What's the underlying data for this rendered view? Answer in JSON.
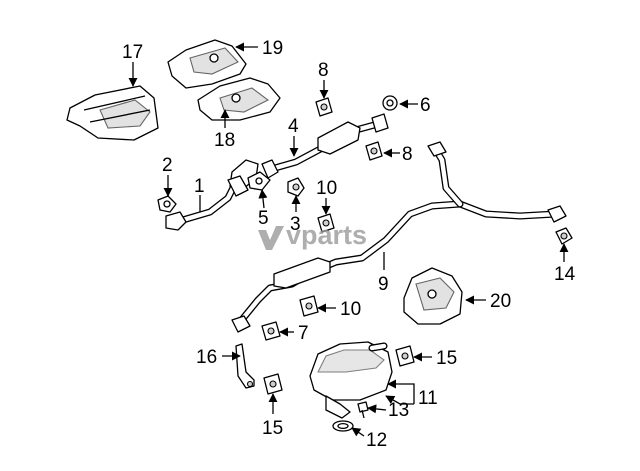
{
  "watermark": "vparts",
  "callouts": {
    "c1": "1",
    "c2": "2",
    "c3": "3",
    "c4": "4",
    "c5": "5",
    "c6": "6",
    "c7": "7",
    "c8a": "8",
    "c8b": "8",
    "c9": "9",
    "c10a": "10",
    "c10b": "10",
    "c11": "11",
    "c12": "12",
    "c13": "13",
    "c14": "14",
    "c15a": "15",
    "c15b": "15",
    "c16": "16",
    "c17": "17",
    "c18": "18",
    "c19": "19",
    "c20": "20"
  }
}
